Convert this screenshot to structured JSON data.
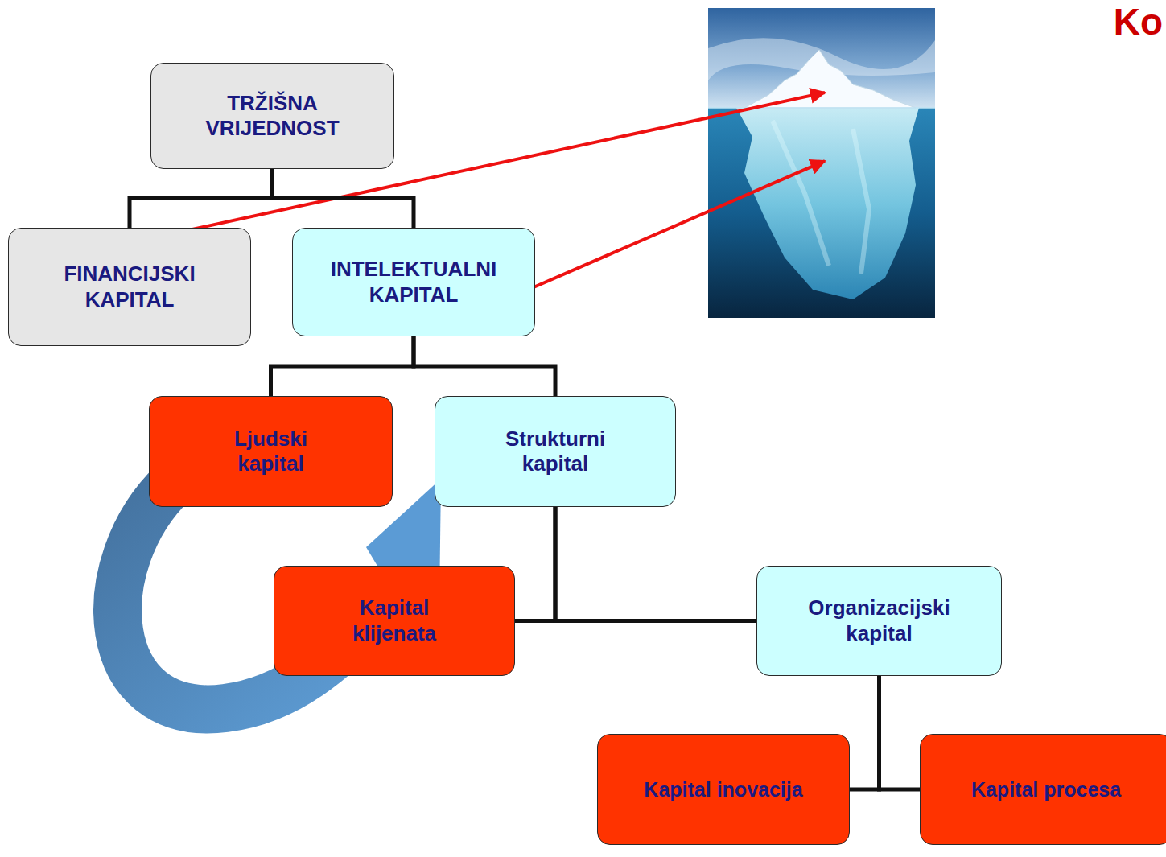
{
  "diagram": {
    "nodes": [
      {
        "text": [
          "TRŽIŠNA VRIJEDNOST"
        ]
      },
      {
        "text": [
          "FINANCIJSKI KAPITAL"
        ]
      },
      {
        "text": [
          "INTELEKTUALNI KAPITAL"
        ]
      },
      {
        "text": [
          "Ljudski kapital"
        ]
      },
      {
        "text": [
          "Strukturni kapital"
        ]
      },
      {
        "text": [
          "Kapital klijenata"
        ]
      },
      {
        "text": [
          "Organizacijski kapital"
        ]
      },
      {
        "text": [
          "Kapital inovacija"
        ]
      },
      {
        "text": [
          "Kapital procesa"
        ]
      }
    ],
    "edges": [
      {
        "from": 0,
        "to": 1,
        "arrow": "none"
      },
      {
        "from": 0,
        "to": 2,
        "arrow": "none"
      },
      {
        "from": 2,
        "to": 3,
        "arrow": "none"
      },
      {
        "from": 2,
        "to": 4,
        "arrow": "none"
      },
      {
        "from": 4,
        "to": 5,
        "arrow": "none"
      },
      {
        "from": 4,
        "to": 6,
        "arrow": "none"
      },
      {
        "from": 6,
        "to": 7,
        "arrow": "none"
      },
      {
        "from": 6,
        "to": 8,
        "arrow": "none"
      }
    ],
    "labels": [
      "Ko"
    ]
  }
}
